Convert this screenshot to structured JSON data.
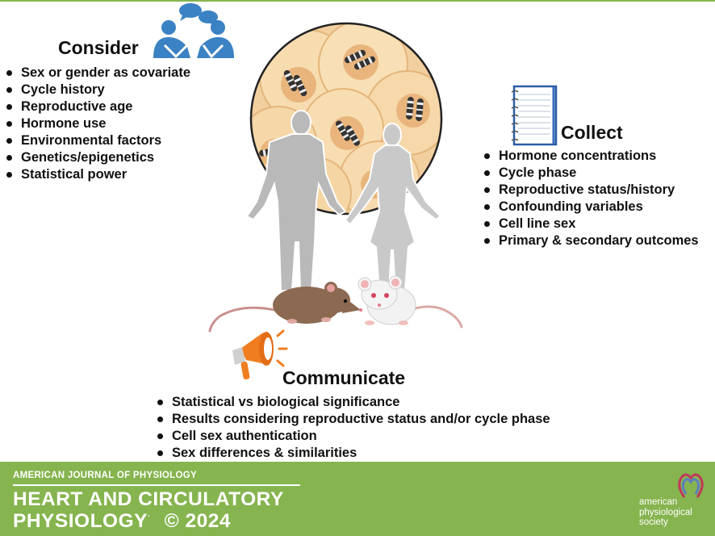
{
  "consider": {
    "title": "Consider",
    "items": [
      "Sex or gender as covariate",
      "Cycle history",
      "Reproductive age",
      "Hormone use",
      "Environmental factors",
      "Genetics/epigenetics",
      "Statistical power"
    ]
  },
  "collect": {
    "title": "Collect",
    "items": [
      "Hormone concentrations",
      "Cycle phase",
      "Reproductive status/history",
      "Confounding variables",
      "Cell line sex",
      "Primary & secondary outcomes"
    ]
  },
  "communicate": {
    "title": "Communicate",
    "items": [
      "Statistical vs biological significance",
      "Results considering reproductive status and/or cycle phase",
      "Cell sex authentication",
      "Sex differences & similarities"
    ]
  },
  "footer": {
    "journal": "AMERICAN JOURNAL OF PHYSIOLOGY",
    "line1": "HEART AND CIRCULATORY",
    "line2": "PHYSIOLOGY",
    "copyright": "© 2024",
    "society": [
      "american",
      "physiological",
      "society"
    ]
  },
  "colors": {
    "footer_green": "#86b44f",
    "people_icon_blue": "#3b82c4",
    "cell_fill": "#f5d7a5",
    "megaphone_orange": "#f07e21"
  },
  "icons": [
    "people-discussion-icon",
    "notebook-icon",
    "megaphone-icon",
    "aps-logo-icon"
  ]
}
